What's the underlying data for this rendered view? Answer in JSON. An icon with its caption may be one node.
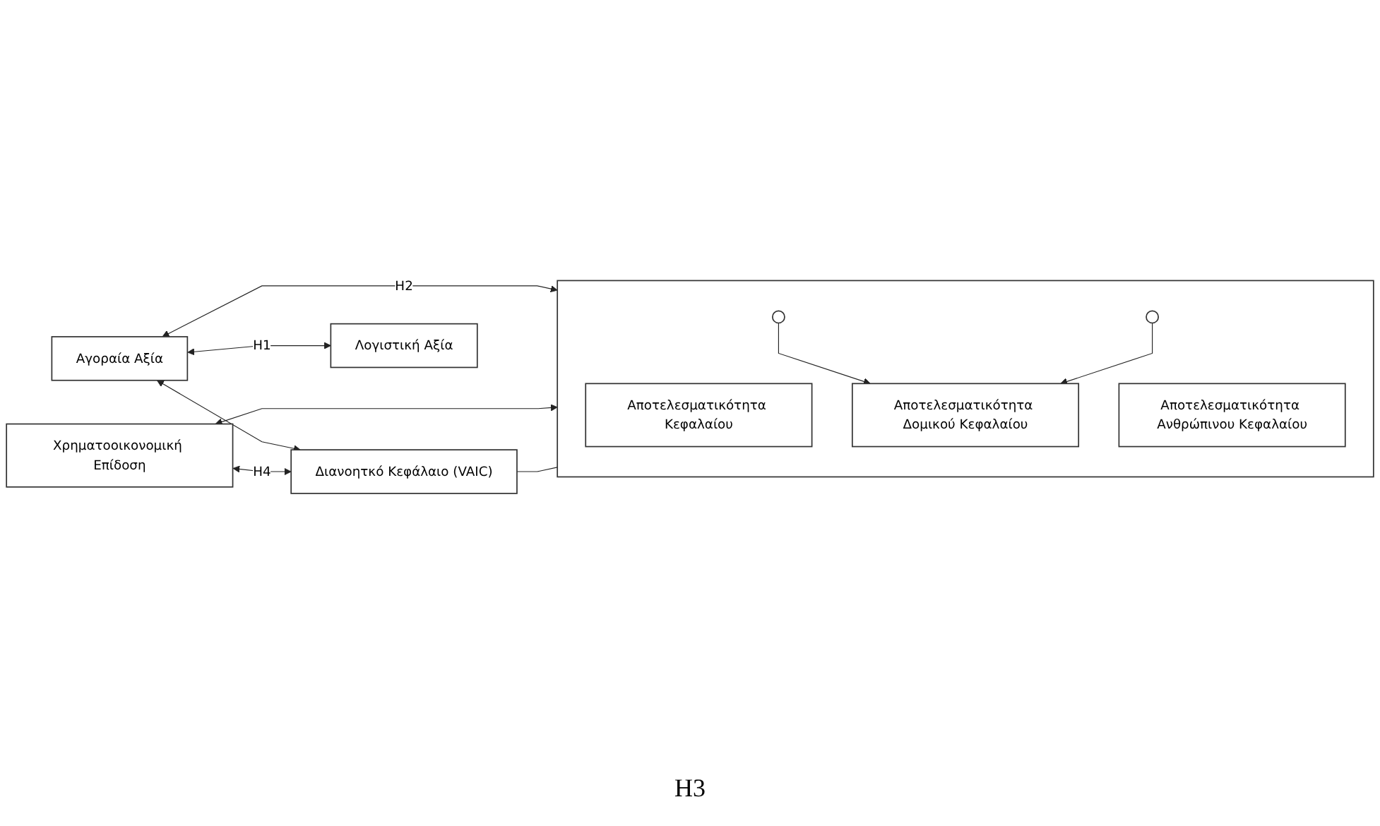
{
  "diagram": {
    "nodes": [
      {
        "text": [
          "Αγοραία Αξία"
        ]
      },
      {
        "text": [
          "Χρηματοοικονομική Επίδοση"
        ]
      },
      {
        "text": [
          "Διανοητκό Κεφάλαιο (VAIC)"
        ]
      },
      {
        "text": [
          "Λογιστική Αξία"
        ]
      },
      {
        "text": [],
        "shape": "box"
      },
      {
        "text": [
          "Αποτελεσματικότητα Κεφαλαίου"
        ],
        "in": 4
      },
      {
        "text": [
          "Αποτελεσματικότητα Ανθρώπινου Κεφαλαίου"
        ],
        "in": 4
      },
      {
        "text": [
          "Αποτελεσματικότητα Δομικού Κεφαλαίου"
        ],
        "in": 4
      },
      {
        "text": [],
        "shape": "circle",
        "in": 4
      },
      {
        "text": [],
        "shape": "circle",
        "in": 4
      }
    ],
    "edges": [
      {
        "from": 0,
        "to": 3,
        "arrow": "both",
        "label": "H1"
      },
      {
        "from": 0,
        "to": 2,
        "arrow": "both"
      },
      {
        "from": 0,
        "to": 4,
        "arrow": "both",
        "label": "H2"
      },
      {
        "from": 1,
        "to": 2,
        "arrow": "both",
        "label": "H4"
      },
      {
        "from": 1,
        "to": 4,
        "arrow": "both"
      },
      {
        "from": 2,
        "to": 4,
        "arrow": "none"
      },
      {
        "from": 8,
        "to": 7,
        "arrow": "to"
      },
      {
        "from": 9,
        "to": 7,
        "arrow": "to"
      }
    ],
    "labels": [
      "H3"
    ]
  }
}
